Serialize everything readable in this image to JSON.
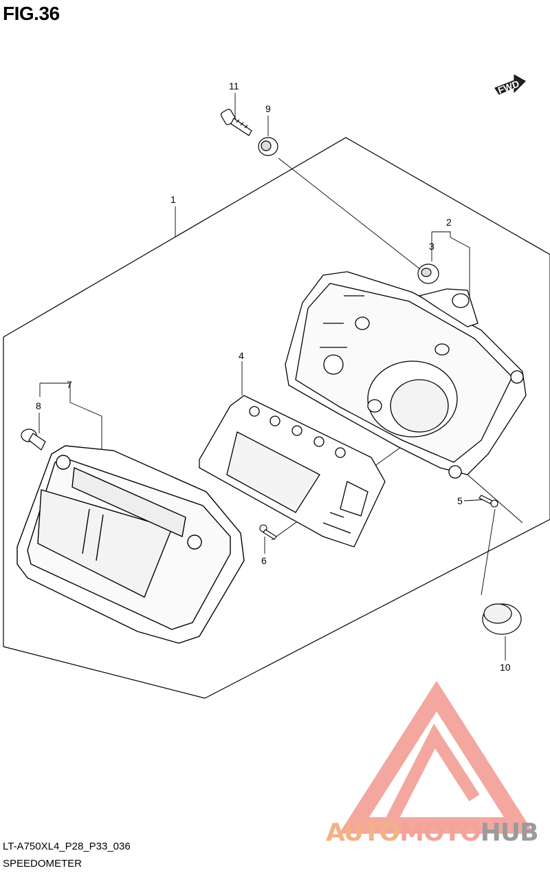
{
  "figure": {
    "title": "FIG.36",
    "model_code": "LT-A750XL4_P28_P33_036",
    "name": "SPEEDOMETER"
  },
  "direction_tag": "FWD",
  "callouts": [
    "1",
    "2",
    "3",
    "4",
    "5",
    "6",
    "7",
    "8",
    "9",
    "10",
    "11"
  ],
  "brand": {
    "part1": "AUTO",
    "part2": "MOTO",
    "part3": "HUB",
    "colors": {
      "auto": "#f4b183",
      "moto": "#f4a39a",
      "hub": "#9b9b9b",
      "logo": "#f08a80"
    }
  }
}
